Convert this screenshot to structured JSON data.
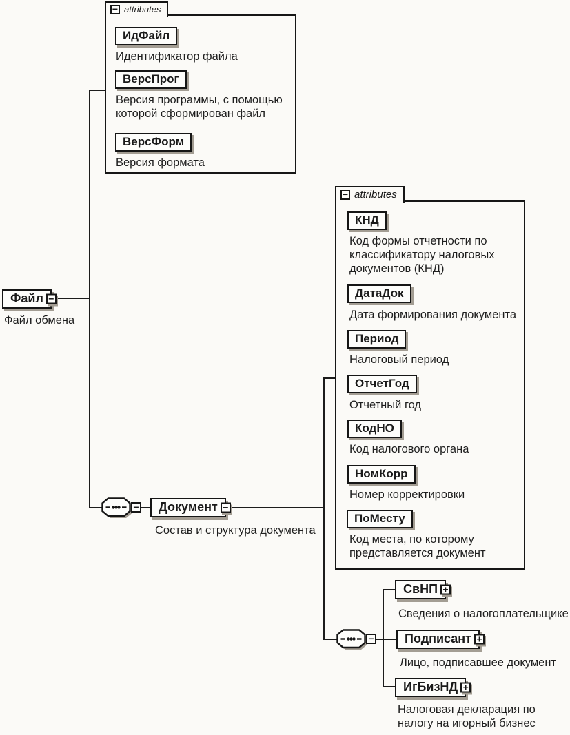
{
  "colors": {
    "background": "#fbfaf7",
    "line": "#1c1c1c",
    "box_fill": "#fdfdfb",
    "box_border": "#161616",
    "shadow": "#a39d93"
  },
  "icons": {
    "collapse_glyph": "−",
    "expand_glyph": "+",
    "sequence_icon": "octagon-with-dots"
  },
  "nodes": {
    "file": {
      "label": "Файл",
      "annotation": "Файл обмена"
    },
    "file_attributes": {
      "header": "attributes",
      "items": [
        {
          "label": "ИдФайл",
          "annotation": "Идентификатор файла"
        },
        {
          "label": "ВерсПрог",
          "annotation": "Версия программы, с помощью которой сформирован файл"
        },
        {
          "label": "ВерсФорм",
          "annotation": "Версия формата"
        }
      ]
    },
    "document": {
      "label": "Документ",
      "annotation": "Состав и структура документа"
    },
    "document_attributes": {
      "header": "attributes",
      "items": [
        {
          "label": "КНД",
          "annotation": "Код формы отчетности по классификатору налоговых документов (КНД)"
        },
        {
          "label": "ДатаДок",
          "annotation": "Дата формирования документа"
        },
        {
          "label": "Период",
          "annotation": "Налоговый период"
        },
        {
          "label": "ОтчетГод",
          "annotation": "Отчетный год"
        },
        {
          "label": "КодНО",
          "annotation": "Код налогового органа"
        },
        {
          "label": "НомКорр",
          "annotation": "Номер корректировки"
        },
        {
          "label": "ПоМесту",
          "annotation": "Код места, по которому представляется документ"
        }
      ]
    },
    "document_children": {
      "items": [
        {
          "label": "СвНП",
          "annotation": "Сведения о налогоплательщике"
        },
        {
          "label": "Подписант",
          "annotation": "Лицо, подписавшее документ"
        },
        {
          "label": "ИгБизНД",
          "annotation": "Налоговая декларация по налогу на игорный бизнес"
        }
      ]
    }
  }
}
